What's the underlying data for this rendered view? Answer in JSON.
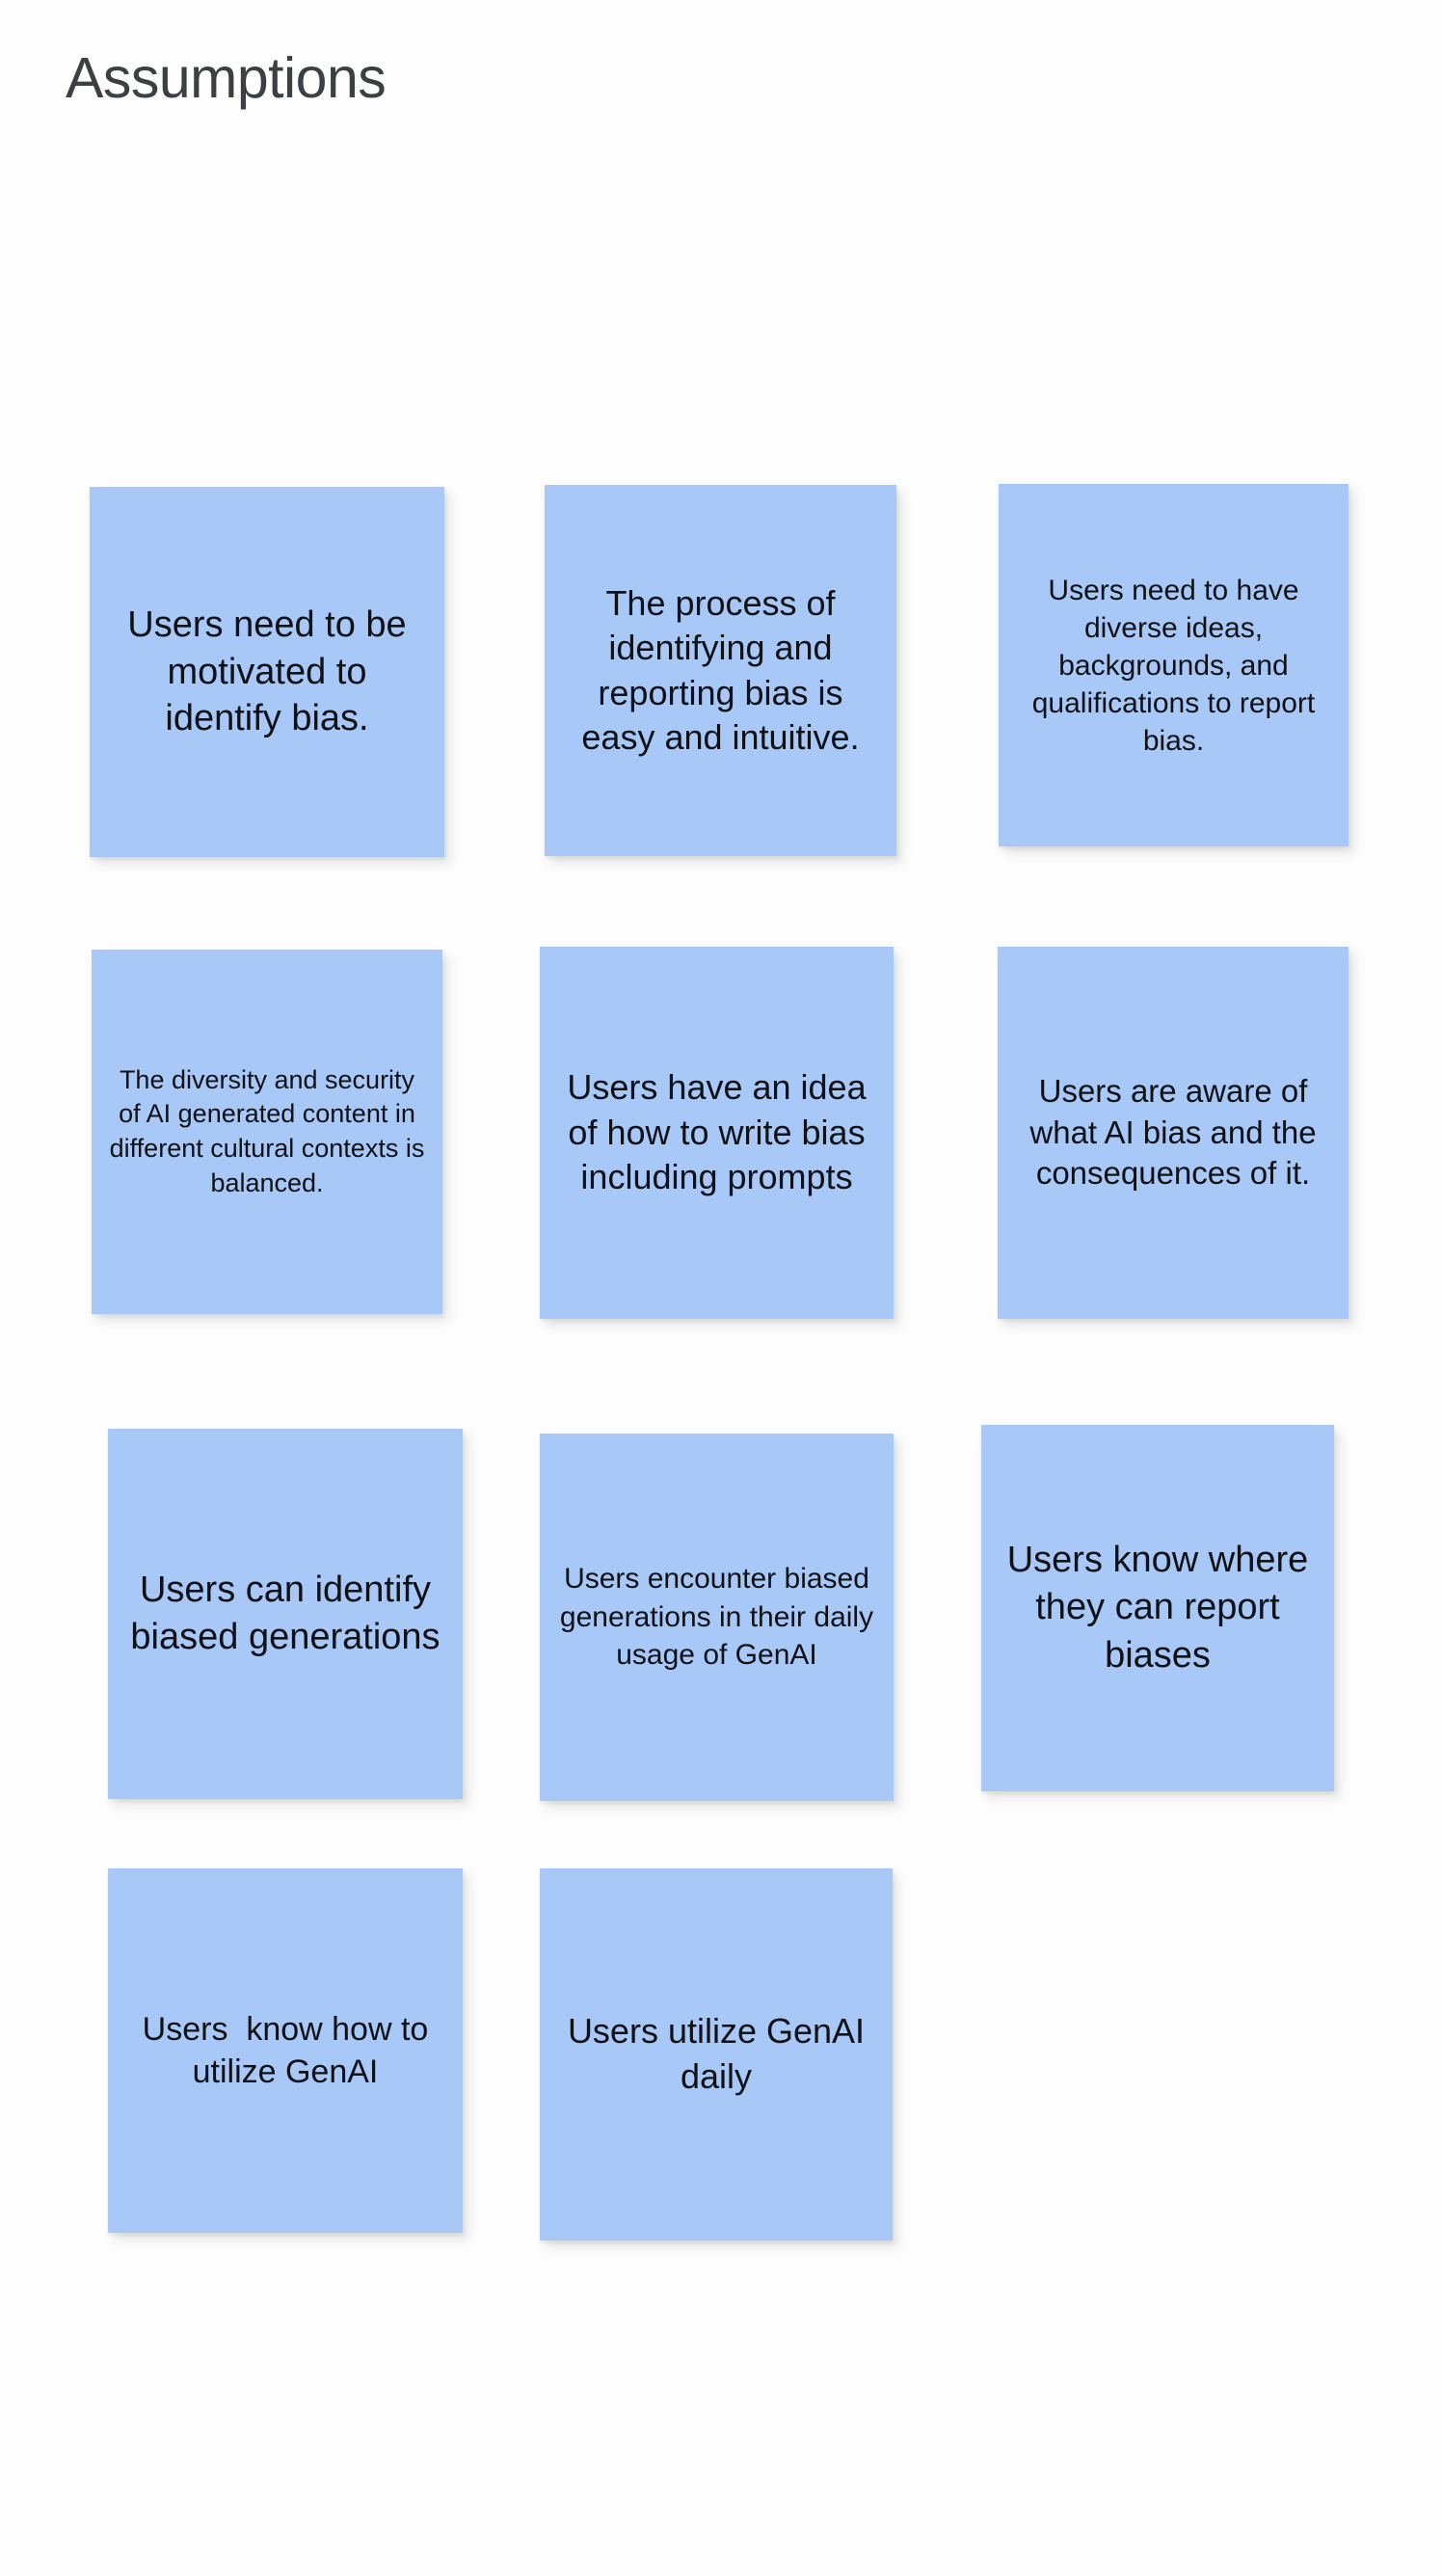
{
  "page": {
    "title": "Assumptions",
    "background_color": "#fdfdfd",
    "title_color": "#3c4043"
  },
  "notes": {
    "fill_color": "#a8c8f8",
    "text_color": "#0f1114",
    "count": 11,
    "items": [
      {
        "id": "note-1",
        "text": "Users need to be motivated to identify bias.",
        "row": 1,
        "column": 1
      },
      {
        "id": "note-2",
        "text": "The process of identifying and reporting bias is easy and intuitive.",
        "row": 1,
        "column": 2
      },
      {
        "id": "note-3",
        "text": "Users need to have diverse ideas, backgrounds, and qualifications to report bias.",
        "row": 1,
        "column": 3
      },
      {
        "id": "note-4",
        "text": "The diversity and security of AI generated content in different cultural contexts is balanced.",
        "row": 2,
        "column": 1
      },
      {
        "id": "note-5",
        "text": "Users have an idea of how to write bias including prompts",
        "row": 2,
        "column": 2
      },
      {
        "id": "note-6",
        "text": "Users are aware of what AI bias and the consequences of it.",
        "row": 2,
        "column": 3
      },
      {
        "id": "note-7",
        "text": "Users can identify biased generations",
        "row": 3,
        "column": 1
      },
      {
        "id": "note-8",
        "text": "Users encounter biased generations in their daily usage of GenAI",
        "row": 3,
        "column": 2
      },
      {
        "id": "note-9",
        "text": "Users know where they can report biases",
        "row": 3,
        "column": 3
      },
      {
        "id": "note-10",
        "text": "Users  know how to utilize GenAI",
        "row": 4,
        "column": 1
      },
      {
        "id": "note-11",
        "text": "Users utilize GenAI daily",
        "row": 4,
        "column": 2
      }
    ]
  }
}
